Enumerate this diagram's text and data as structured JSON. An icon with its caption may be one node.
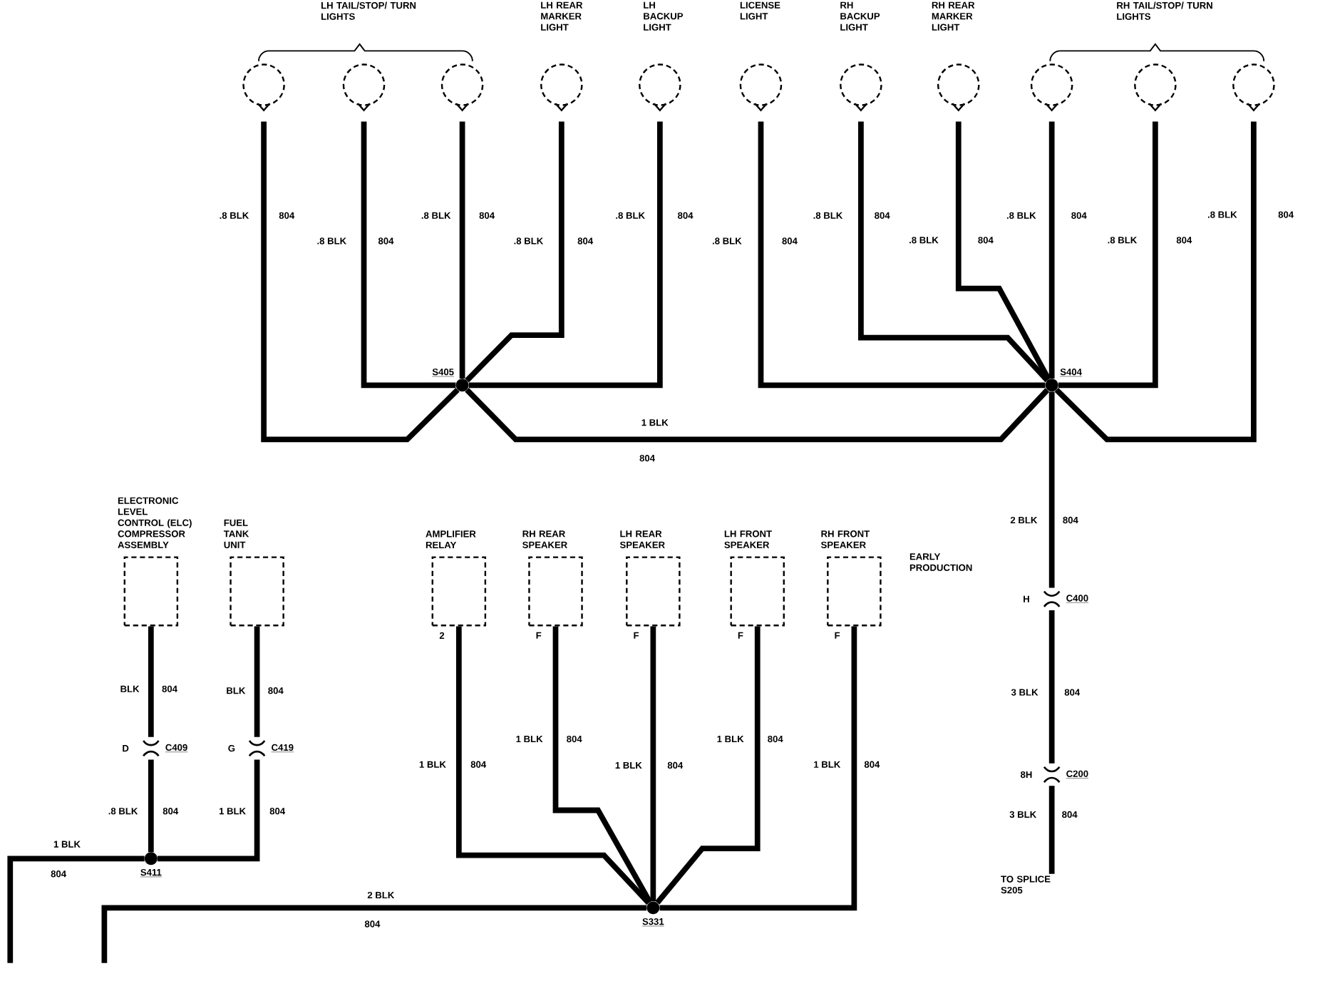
{
  "diagram": {
    "nodes": [
      {
        "text": [],
        "shape": "circle"
      },
      {
        "text": [],
        "shape": "circle"
      },
      {
        "text": [],
        "shape": "circle"
      },
      {
        "text": [],
        "shape": "circle"
      },
      {
        "text": [],
        "shape": "circle"
      },
      {
        "text": [],
        "shape": "circle"
      },
      {
        "text": [],
        "shape": "circle"
      },
      {
        "text": [],
        "shape": "circle"
      },
      {
        "text": [],
        "shape": "circle"
      },
      {
        "text": [],
        "shape": "circle"
      },
      {
        "text": [],
        "shape": "circle"
      },
      {
        "text": [
          "ELECTRONIC LEVEL CONTROL (ELC) COMPRESSOR ASSEMBLY"
        ]
      },
      {
        "text": [
          "FUEL TANK UNIT"
        ]
      },
      {
        "text": [
          "AMPLIFIER RELAY"
        ],
        "beside": [
          "2"
        ]
      },
      {
        "text": [
          "RH REAR SPEAKER"
        ],
        "beside": [
          "F"
        ]
      },
      {
        "text": [
          "LH REAR SPEAKER"
        ],
        "beside": [
          "F"
        ]
      },
      {
        "text": [
          "LH FRONT SPEAKER"
        ],
        "beside": [
          "F"
        ]
      },
      {
        "text": [
          "RH FRONT SPEAKER"
        ],
        "beside": [
          "F"
        ]
      },
      {
        "text": [
          "S405"
        ]
      },
      {
        "text": [
          "S404"
        ]
      },
      {
        "text": [
          "S411"
        ]
      },
      {
        "text": [
          "S331"
        ]
      },
      {
        "text": [
          "C400"
        ],
        "beside": [
          "H"
        ]
      },
      {
        "text": [
          "C200"
        ],
        "beside": [
          "8H"
        ]
      },
      {
        "text": [
          "C409"
        ],
        "beside": [
          "D"
        ]
      },
      {
        "text": [
          "C419"
        ],
        "beside": [
          "G"
        ]
      },
      {
        "text": [
          "TO SPLICE S205"
        ]
      }
    ],
    "edges": [
      {
        "from": 0,
        "to": 18,
        "arrow": "none"
      },
      {
        "from": 1,
        "to": 18,
        "arrow": "none"
      },
      {
        "from": 2,
        "to": 18,
        "arrow": "none"
      },
      {
        "from": 3,
        "to": 18,
        "arrow": "none"
      },
      {
        "from": 4,
        "to": 18,
        "arrow": "none"
      },
      {
        "from": 5,
        "to": 19,
        "arrow": "none"
      },
      {
        "from": 6,
        "to": 19,
        "arrow": "none"
      },
      {
        "from": 7,
        "to": 19,
        "arrow": "none"
      },
      {
        "from": 8,
        "to": 19,
        "arrow": "none"
      },
      {
        "from": 9,
        "to": 19,
        "arrow": "none"
      },
      {
        "from": 10,
        "to": 19,
        "arrow": "none"
      },
      {
        "from": 18,
        "to": 19,
        "arrow": "none"
      },
      {
        "from": 19,
        "to": 22,
        "arrow": "none"
      },
      {
        "from": 22,
        "to": 23,
        "arrow": "none"
      },
      {
        "from": 23,
        "to": 26,
        "arrow": "none"
      },
      {
        "from": 11,
        "to": 24,
        "arrow": "none"
      },
      {
        "from": 24,
        "to": 20,
        "arrow": "none"
      },
      {
        "from": 12,
        "to": 25,
        "arrow": "none"
      },
      {
        "from": 25,
        "to": 20,
        "arrow": "none"
      },
      {
        "from": 20,
        "to": null,
        "arrow": "none"
      },
      {
        "from": 13,
        "to": 21,
        "arrow": "none"
      },
      {
        "from": 14,
        "to": 21,
        "arrow": "none"
      },
      {
        "from": 15,
        "to": 21,
        "arrow": "none"
      },
      {
        "from": 16,
        "to": 21,
        "arrow": "none"
      },
      {
        "from": 17,
        "to": 21,
        "arrow": "none"
      },
      {
        "from": 21,
        "to": null,
        "arrow": "none"
      }
    ],
    "labels": [
      "LH TAIL/STOP/ TURN LIGHTS",
      "LH REAR MARKER LIGHT",
      "LH BACKUP LIGHT",
      "LICENSE LIGHT",
      "RH BACKUP LIGHT",
      "RH REAR MARKER LIGHT",
      "RH TAIL/STOP/ TURN LIGHTS",
      ".8 BLK",
      "804",
      ".8 BLK",
      "804",
      ".8 BLK",
      "804",
      ".8 BLK",
      "804",
      ".8 BLK",
      "804",
      ".8 BLK",
      "804",
      ".8 BLK",
      "804",
      ".8 BLK",
      "804",
      ".8 BLK",
      "804",
      ".8 BLK",
      "804",
      ".8 BLK",
      "804",
      "1 BLK",
      "804",
      "2 BLK",
      "804",
      "EARLY PRODUCTION",
      "3 BLK",
      "804",
      "3 BLK",
      "804",
      "BLK",
      "804",
      "BLK",
      "804",
      "1 BLK",
      "804",
      "1 BLK",
      "804",
      "1 BLK",
      "804",
      "1 BLK",
      "804",
      "1 BLK",
      "804",
      ".8 BLK",
      "804",
      "1 BLK",
      "804",
      "1 BLK",
      "804",
      "2 BLK",
      "804"
    ]
  }
}
